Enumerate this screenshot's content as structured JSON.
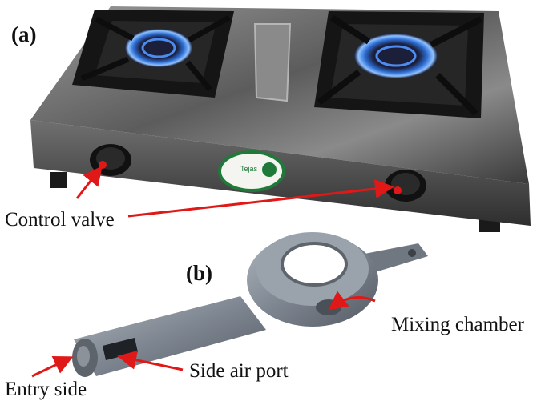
{
  "panels": {
    "a": "(a)",
    "b": "(b)"
  },
  "labels": {
    "control_valve": "Control valve",
    "mixing_chamber": "Mixing chamber",
    "side_air_port": "Side air port",
    "entry_side": "Entry side"
  },
  "badge_text": "Tejas",
  "colors": {
    "arrow": "#e01818",
    "flame": "#2f6fd6",
    "stove_body": "#6b6b6b",
    "grate": "#141414",
    "burner_metal": "#7d8590"
  }
}
